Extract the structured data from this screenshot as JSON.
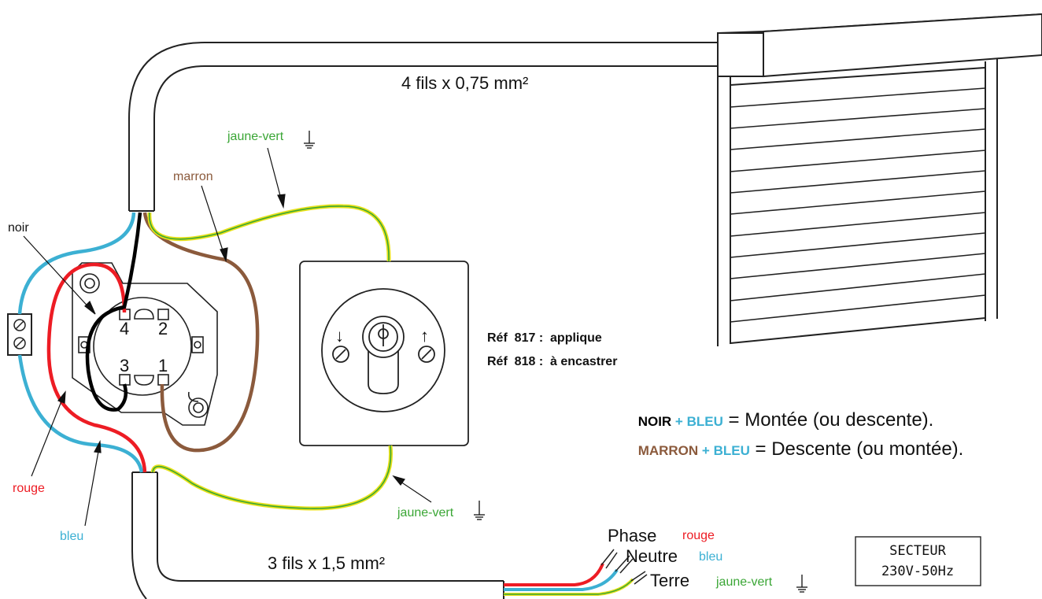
{
  "colors": {
    "noir": "#000000",
    "bleu": "#3cb0d3",
    "marron": "#8b5a3c",
    "rouge": "#ed1c24",
    "jaune": "#e8e11a",
    "vert": "#3aa635",
    "label_green": "#3aa635"
  },
  "cables": {
    "top": "4 fils x 0,75 mm²",
    "bottom": "3 fils x 1,5 mm²"
  },
  "wire_labels": {
    "noir": "noir",
    "marron": "marron",
    "jaune_vert_top": "jaune-vert",
    "jaune_vert_bottom": "jaune-vert",
    "rouge": "rouge",
    "bleu": "bleu"
  },
  "terminals": [
    "4",
    "2",
    "3",
    "1"
  ],
  "switch_arrows": {
    "down": "↓",
    "up": "↑"
  },
  "references": {
    "ref817": "Réf  817 :  applique",
    "ref818": "Réf  818 :  à encastrer"
  },
  "legend": {
    "line1": {
      "a": "NOIR",
      "plus": " + ",
      "b": "BLEU",
      "eq": " = ",
      "text": "Montée (ou descente)."
    },
    "line2": {
      "a": "MARRON",
      "plus": " + ",
      "b": "BLEU",
      "eq": " = ",
      "text": "Descente (ou montée)."
    }
  },
  "mains": {
    "phase": "Phase",
    "phase_color": "rouge",
    "neutre": "Neutre",
    "neutre_color": "bleu",
    "terre": "Terre",
    "terre_color": "jaune-vert"
  },
  "secteur": {
    "line1": "SECTEUR",
    "line2": "230V-50Hz"
  }
}
